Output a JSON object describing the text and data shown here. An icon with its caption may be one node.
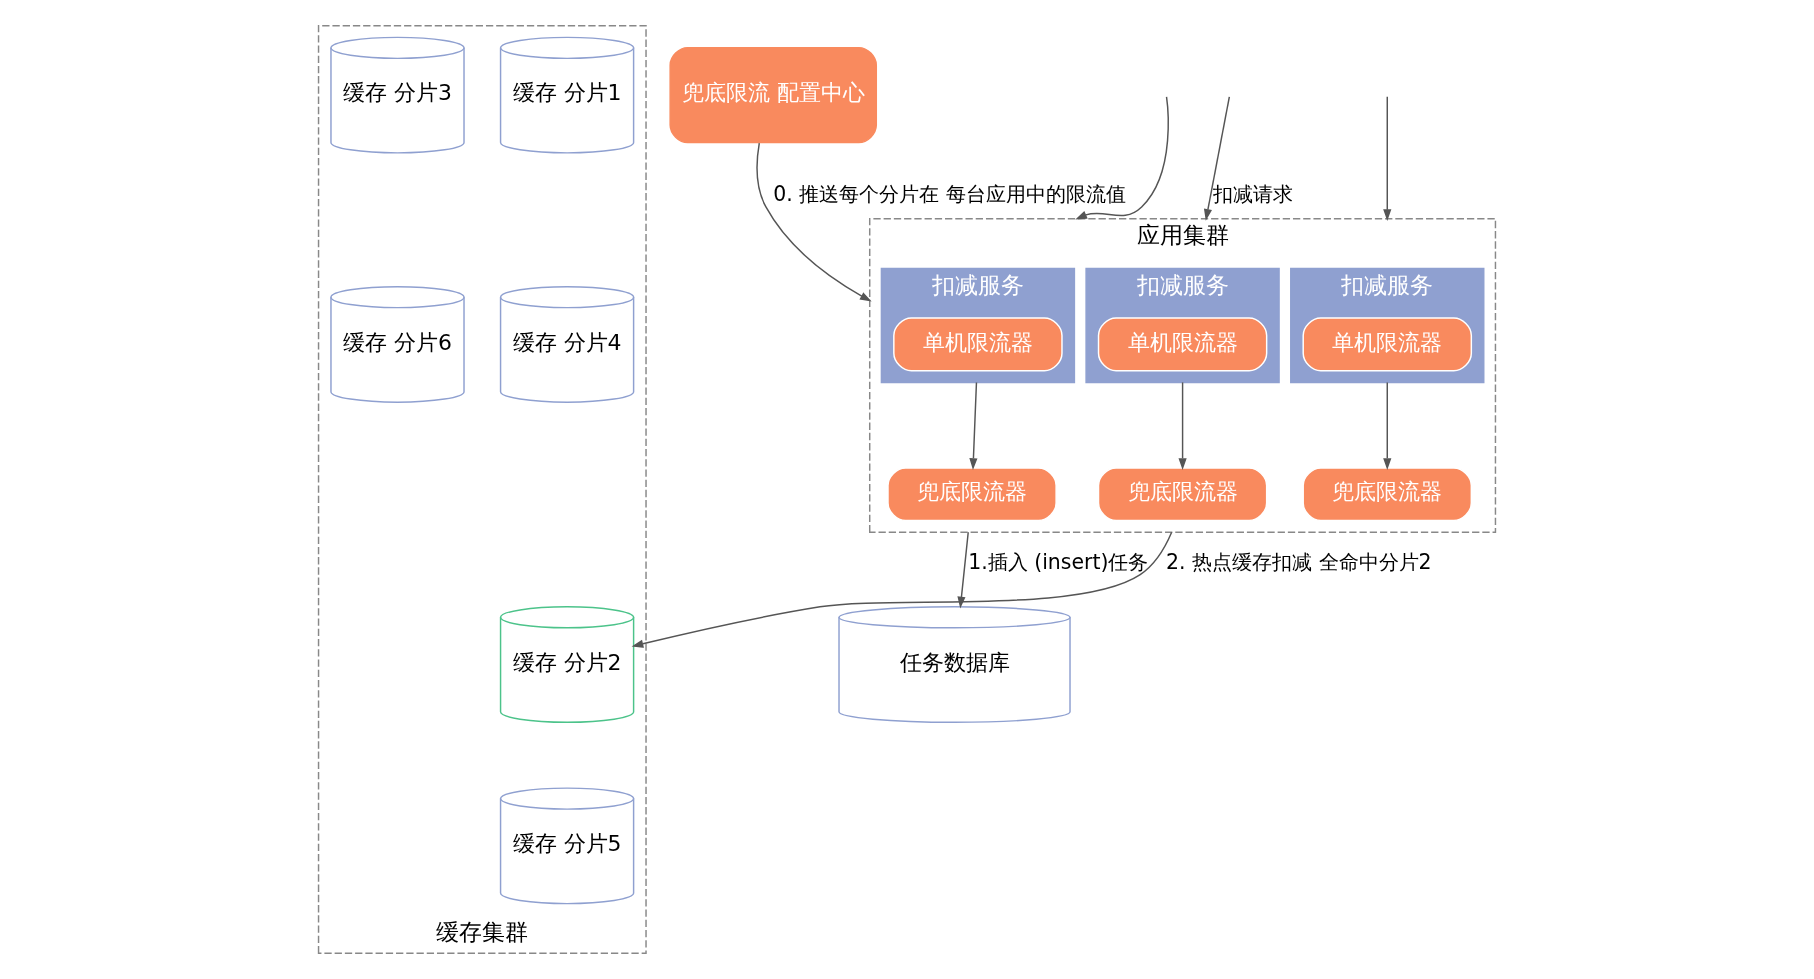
{
  "diagram": {
    "nodes": [
      {
        "text": [
          "应用集群"
        ]
      },
      {
        "text": [
          "扣减服务"
        ],
        "in": 0
      },
      {
        "text": [
          "单机限流器"
        ],
        "in": 1
      },
      {
        "text": [
          "兜底限流器"
        ],
        "in": 0
      },
      {
        "text": [
          "扣减服务"
        ],
        "in": 0
      },
      {
        "text": [
          "单机限流器"
        ],
        "in": 4
      },
      {
        "text": [
          "兜底限流器"
        ],
        "in": 0
      },
      {
        "text": [
          "扣减服务"
        ],
        "in": 0
      },
      {
        "text": [
          "单机限流器"
        ],
        "in": 7
      },
      {
        "text": [
          "兜底限流器"
        ],
        "in": 0
      },
      {
        "text": [
          "兜底限流 配置中心"
        ]
      },
      {
        "text": [
          "任务数据库"
        ]
      },
      {
        "text": [
          "缓存集群"
        ]
      },
      {
        "text": [
          "缓存 分片1"
        ],
        "in": 12
      },
      {
        "text": [
          "缓存 分片2"
        ],
        "in": 12
      },
      {
        "text": [
          "缓存 分片3"
        ],
        "in": 12
      },
      {
        "text": [
          "缓存 分片4"
        ],
        "in": 12
      },
      {
        "text": [
          "缓存 分片5"
        ],
        "in": 12
      },
      {
        "text": [
          "缓存 分片6"
        ],
        "in": 12
      }
    ],
    "edges": [
      {
        "from": null,
        "to": 0,
        "arrow": "to"
      },
      {
        "from": null,
        "to": 0,
        "arrow": "to",
        "label": "扣减请求"
      },
      {
        "from": null,
        "to": 0,
        "arrow": "to"
      },
      {
        "from": 1,
        "to": 3,
        "arrow": "to"
      },
      {
        "from": 4,
        "to": 6,
        "arrow": "to"
      },
      {
        "from": 7,
        "to": 9,
        "arrow": "to"
      },
      {
        "from": 10,
        "to": 0,
        "arrow": "to",
        "label": "0. 推送每个分片在 每台应用中的限流值"
      },
      {
        "from": 0,
        "to": 11,
        "arrow": "to",
        "label": "1.插入 (insert)任务"
      },
      {
        "from": 0,
        "to": 14,
        "arrow": "to",
        "label": "2. 热点缓存扣减 全命中分片2"
      }
    ]
  }
}
